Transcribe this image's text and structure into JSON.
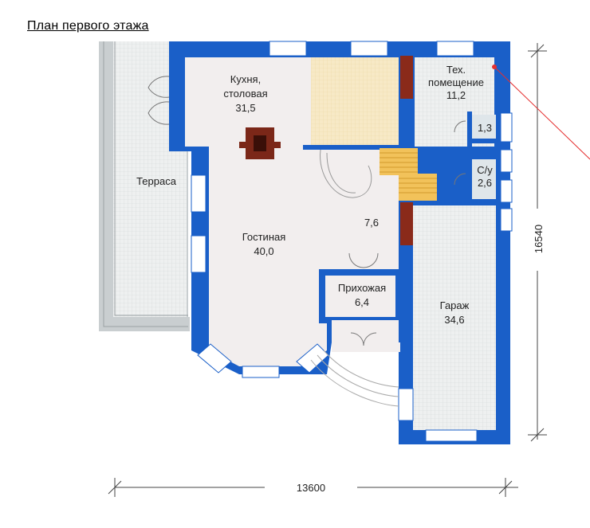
{
  "title": "План первого этажа",
  "rooms": {
    "kitchen": {
      "name_line1": "Кухня,",
      "name_line2": "столовая",
      "area": "31,5"
    },
    "tech": {
      "name_line1": "Тех.",
      "name_line2": "помещение",
      "area": "11,2"
    },
    "wc_small": {
      "area": "1,3"
    },
    "bathroom": {
      "name": "С/у",
      "area": "2,6"
    },
    "terrace": {
      "name": "Терраса"
    },
    "hall": {
      "area": "7,6"
    },
    "living": {
      "name": "Гостиная",
      "area": "40,0"
    },
    "entrance": {
      "name": "Прихожая",
      "area": "6,4"
    },
    "garage": {
      "name": "Гараж",
      "area": "34,6"
    }
  },
  "dimensions": {
    "width": "13600",
    "height": "16540"
  },
  "colors": {
    "wall": "#1a5fc8",
    "floor": "#f2eeee",
    "tile": "#eceeee",
    "parquet": "#f6e7c3",
    "stairs": "#f2c25a",
    "chimney": "#7b2718",
    "brick": "#8a2a1a",
    "pointer": "#e53030"
  }
}
